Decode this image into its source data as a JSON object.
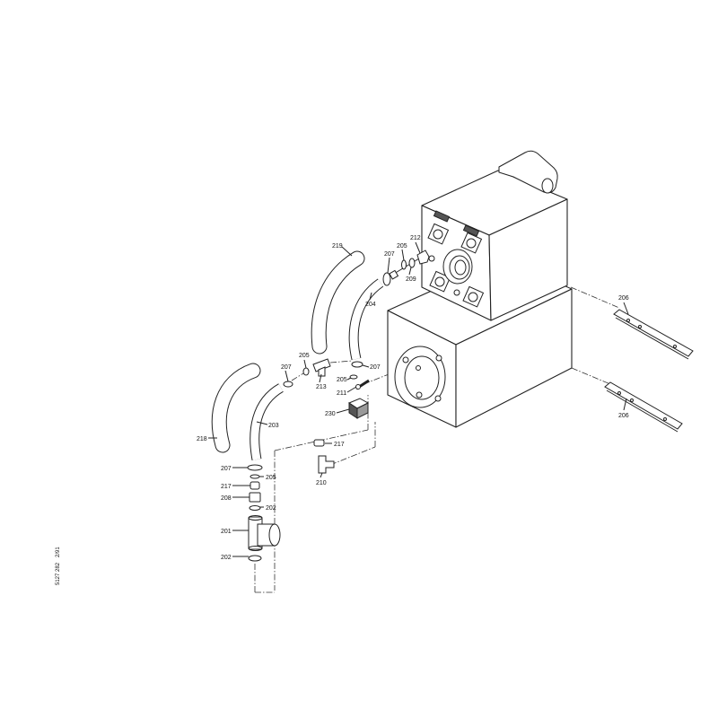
{
  "figure": {
    "document_code": "5127 282",
    "document_date": "2/91"
  },
  "callouts": [
    "219",
    "207",
    "205",
    "212",
    "209",
    "204",
    "206",
    "206",
    "205",
    "207",
    "213",
    "207",
    "205",
    "211",
    "230",
    "203",
    "218",
    "217",
    "210",
    "207",
    "205",
    "217",
    "208",
    "202",
    "201",
    "202"
  ]
}
